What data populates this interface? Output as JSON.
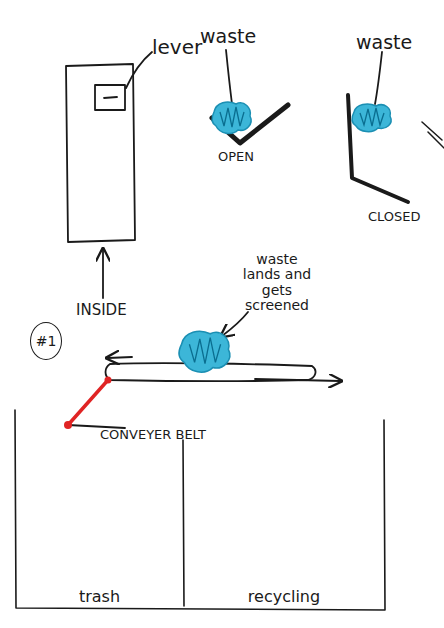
{
  "diagram": {
    "nodes": [
      {
        "text": [
          "#1"
        ]
      },
      {
        "text": [
          "trash"
        ]
      },
      {
        "text": [
          "recycling"
        ]
      }
    ],
    "labels": [
      "lever",
      "waste",
      "OPEN",
      "waste",
      "CLOSED",
      "INSIDE",
      "waste lands and gets screened",
      "CONVEYER BELT"
    ]
  }
}
